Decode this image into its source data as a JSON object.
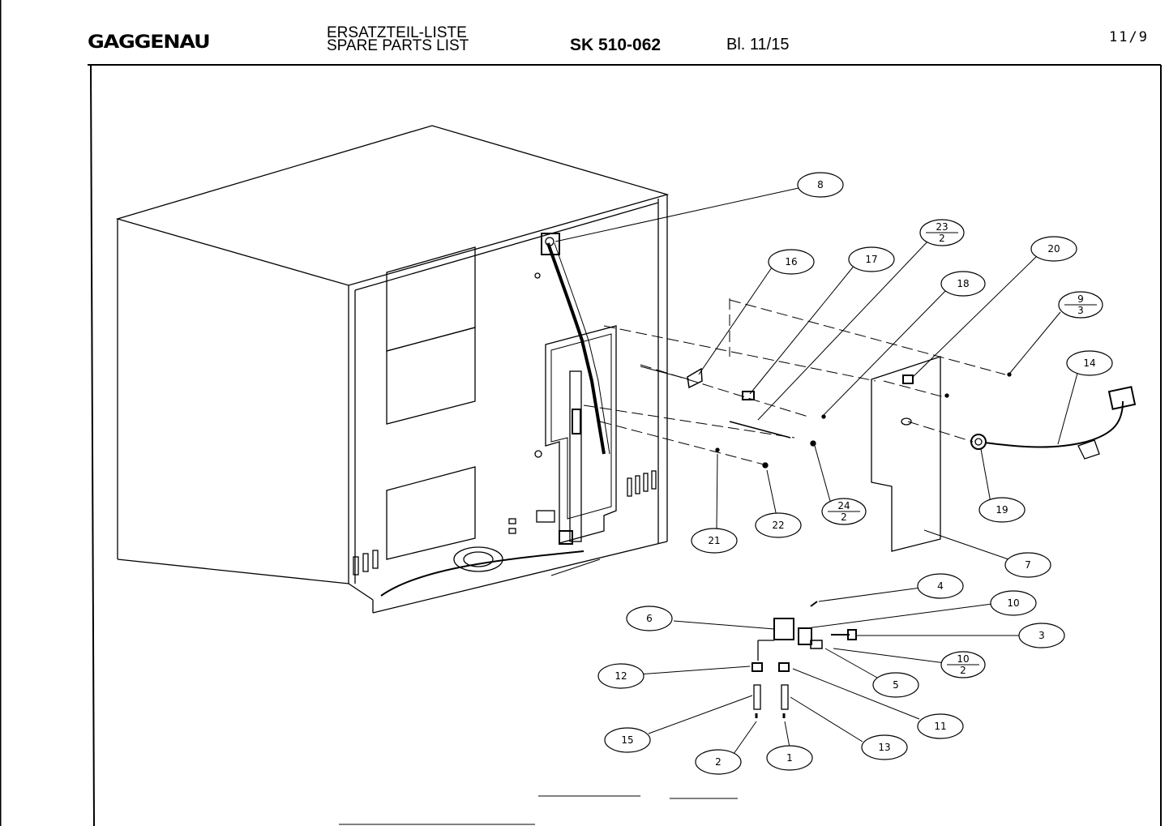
{
  "header": {
    "brand": "GAGGENAU",
    "title_de": "ERSATZTEIL-LISTE",
    "title_en": "SPARE PARTS LIST",
    "model": "SK 510-062",
    "sheet": "Bl. 11/15",
    "page_ref": "11/9"
  },
  "callouts": {
    "c8": "8",
    "c16": "16",
    "c17": "17",
    "c23_top": "23",
    "c23_bot": "2",
    "c18": "18",
    "c20": "20",
    "c9_top": "9",
    "c9_bot": "3",
    "c14": "14",
    "c19": "19",
    "c7": "7",
    "c21": "21",
    "c22": "22",
    "c24_top": "24",
    "c24_bot": "2",
    "c4": "4",
    "c10": "10",
    "c6": "6",
    "c3": "3",
    "c10b_top": "10",
    "c10b_bot": "2",
    "c12": "12",
    "c5": "5",
    "c11": "11",
    "c15": "15",
    "c13": "13",
    "c2": "2",
    "c1": "1"
  }
}
